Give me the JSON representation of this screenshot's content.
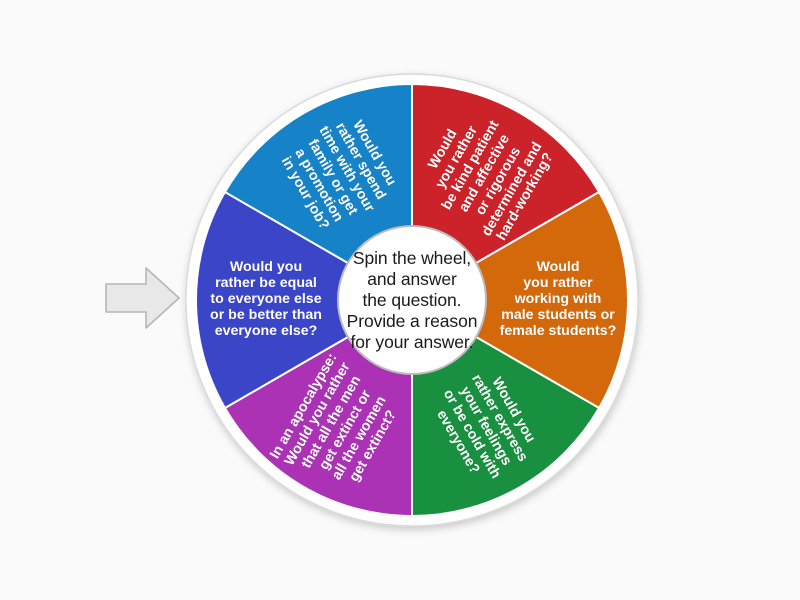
{
  "page": {
    "background_color": "#fafafa",
    "title": "Spinner wheel"
  },
  "pointer": {
    "name": "spinner-pointer",
    "direction": "right",
    "fill_color": "#e8e8e8",
    "stroke_color": "#b6b6b6"
  },
  "wheel": {
    "rim_color": "#ffffff",
    "rim_stroke": "#d9d9d9",
    "hub": {
      "fill_color": "#ffffff",
      "stroke_color": "#bdbdbd",
      "text": "Spin the wheel,\nand answer\nthe question.\nProvide a reason\nfor your answer."
    },
    "segment_count": 6,
    "segments": [
      {
        "index": 0,
        "color": "#cc2229",
        "color_name": "red",
        "start_angle": -90,
        "end_angle": -30,
        "text": "Would\nyou rather\nbe kind patient\nand affective\nor rigorous\ndetermined and\nhard-working?",
        "orientation": "inverted"
      },
      {
        "index": 1,
        "color": "#d4690c",
        "color_name": "orange",
        "start_angle": -30,
        "end_angle": 30,
        "text": "Would\nyou rather\nworking with\nmale students or\nfemale students?",
        "orientation": "inverted"
      },
      {
        "index": 2,
        "color": "#19903f",
        "color_name": "green",
        "start_angle": 30,
        "end_angle": 90,
        "text": "Would you\nrather express\nyour feelings\nor be cold with\neveryone?",
        "orientation": "inverted"
      },
      {
        "index": 3,
        "color": "#ab32b5",
        "color_name": "magenta",
        "start_angle": 90,
        "end_angle": 150,
        "text": "In an apocalypse:\nWould you rather\nthat all the men\nget extinct or\nall the women\nget extinct?",
        "orientation": "upright"
      },
      {
        "index": 4,
        "color": "#3b45c8",
        "color_name": "indigo",
        "start_angle": 150,
        "end_angle": 210,
        "text": "Would you\nrather be equal\nto everyone else\nor be better than\neveryone else?",
        "orientation": "upright"
      },
      {
        "index": 5,
        "color": "#1683c8",
        "color_name": "blue",
        "start_angle": 210,
        "end_angle": 270,
        "text": "Would you\nrather spend\ntime with your\nfamily or get\na promotion\nin your job?",
        "orientation": "upright"
      }
    ]
  }
}
